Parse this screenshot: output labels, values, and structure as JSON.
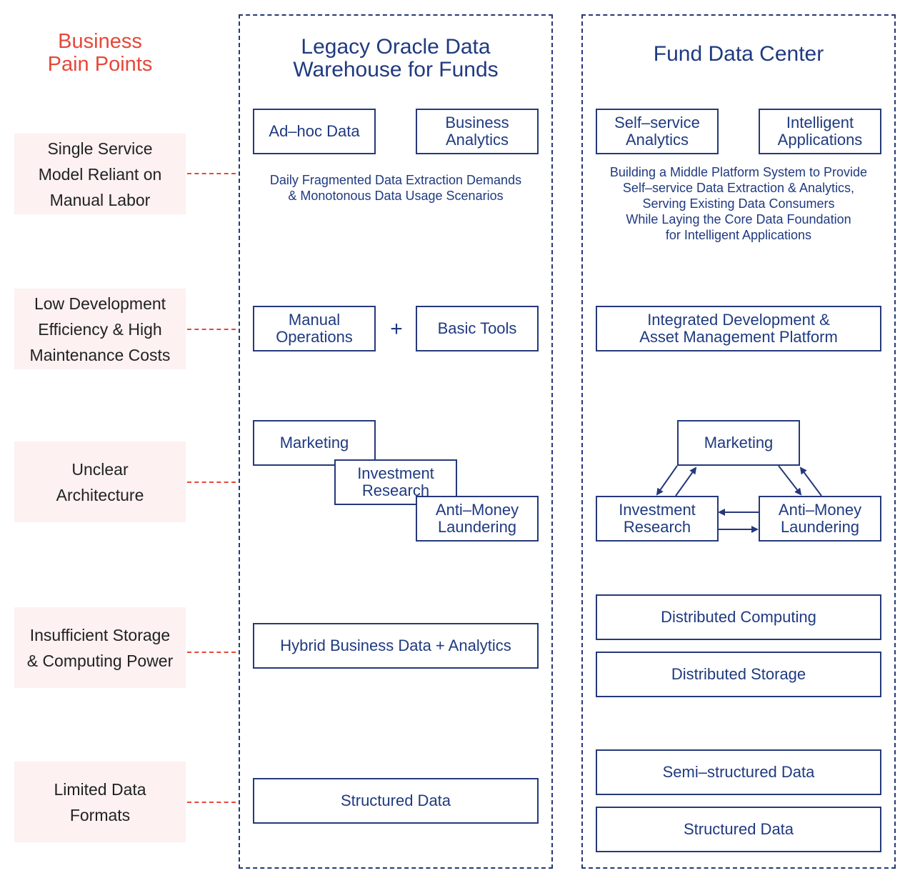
{
  "pain_points": {
    "heading": [
      "Business",
      "Pain Points"
    ],
    "items": [
      {
        "lines": [
          "Single Service",
          "Model Reliant on",
          "Manual Labor"
        ]
      },
      {
        "lines": [
          "Low Development",
          "Efficiency & High",
          "Maintenance Costs"
        ]
      },
      {
        "lines": [
          "Unclear",
          "Architecture"
        ]
      },
      {
        "lines": [
          "Insufficient Storage",
          "& Computing Power"
        ]
      },
      {
        "lines": [
          "Limited Data",
          "Formats"
        ]
      }
    ]
  },
  "legacy": {
    "title": [
      "Legacy Oracle Data",
      "Warehouse for Funds"
    ],
    "row1": {
      "box_a": [
        "Ad–hoc Data"
      ],
      "box_b": [
        "Business",
        "Analytics"
      ],
      "description": [
        "Daily Fragmented Data Extraction Demands",
        "& Monotonous Data Usage Scenarios"
      ]
    },
    "row2": {
      "box_a": [
        "Manual",
        "Operations"
      ],
      "plus": "+",
      "box_b": [
        "Basic Tools"
      ]
    },
    "row3": {
      "marketing": [
        "Marketing"
      ],
      "investment": [
        "Investment",
        "Research"
      ],
      "aml": [
        "Anti–Money",
        "Laundering"
      ]
    },
    "row4": {
      "box": [
        "Hybrid Business Data + Analytics"
      ]
    },
    "row5": {
      "box": [
        "Structured Data"
      ]
    }
  },
  "fund_center": {
    "title": [
      "Fund Data Center"
    ],
    "row1": {
      "box_a": [
        "Self–service",
        "Analytics"
      ],
      "box_b": [
        "Intelligent",
        "Applications"
      ],
      "description": [
        "Building a Middle Platform System to Provide",
        "Self–service Data Extraction & Analytics,",
        "Serving Existing Data Consumers",
        "While Laying the Core Data Foundation",
        "for Intelligent Applications"
      ]
    },
    "row2": {
      "box": [
        "Integrated Development &",
        "Asset Management Platform"
      ]
    },
    "row3": {
      "marketing": [
        "Marketing"
      ],
      "investment": [
        "Investment",
        "Research"
      ],
      "aml": [
        "Anti–Money",
        "Laundering"
      ]
    },
    "row4": {
      "computing": [
        "Distributed Computing"
      ],
      "storage": [
        "Distributed Storage"
      ]
    },
    "row5": {
      "semi": [
        "Semi–structured Data"
      ],
      "structured": [
        "Structured Data"
      ]
    }
  },
  "colors": {
    "accent_red": "#e5483a",
    "navy": "#25397a",
    "pain_bg": "#fdf1f1"
  }
}
